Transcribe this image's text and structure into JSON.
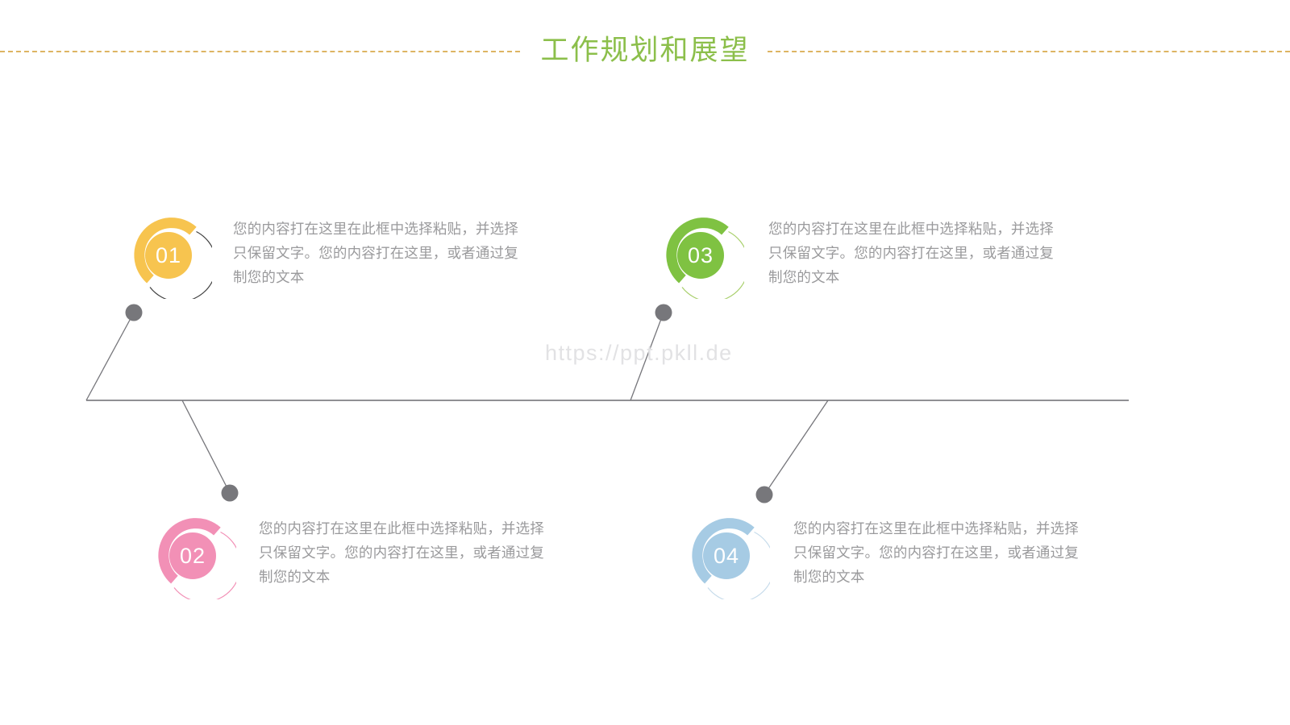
{
  "slide": {
    "title": "工作规划和展望",
    "title_color": "#8CBF4B",
    "rule_color": "#d8a948",
    "background": "#ffffff",
    "connector_color": "#6b6b70",
    "dot_color": "#77777b",
    "watermark": "https://ppt.pkll.de",
    "watermark_color": "#e2e2e4",
    "body_text_color": "#9a9a9c"
  },
  "items": [
    {
      "number": "01",
      "color": "#F7C44F",
      "ring_color": "#F7C44F",
      "outline_color": "#3f3f3f",
      "text": "您的内容打在这里在此框中选择粘贴，并选择只保留文字。您的内容打在这里，或者通过复制您的文本"
    },
    {
      "number": "02",
      "color": "#F290B6",
      "ring_color": "#F290B6",
      "outline_color": "#F290B6",
      "text": "您的内容打在这里在此框中选择粘贴，并选择只保留文字。您的内容打在这里，或者通过复制您的文本"
    },
    {
      "number": "03",
      "color": "#7FC242",
      "ring_color": "#7FC242",
      "outline_color": "#A8CF6B",
      "text": "您的内容打在这里在此框中选择粘贴，并选择只保留文字。您的内容打在这里，或者通过复制您的文本"
    },
    {
      "number": "04",
      "color": "#A6CBE4",
      "ring_color": "#A6CBE4",
      "outline_color": "#C7DCEB",
      "text": "您的内容打在这里在此框中选择粘贴，并选择只保留文字。您的内容打在这里，或者通过复制您的文本"
    }
  ]
}
